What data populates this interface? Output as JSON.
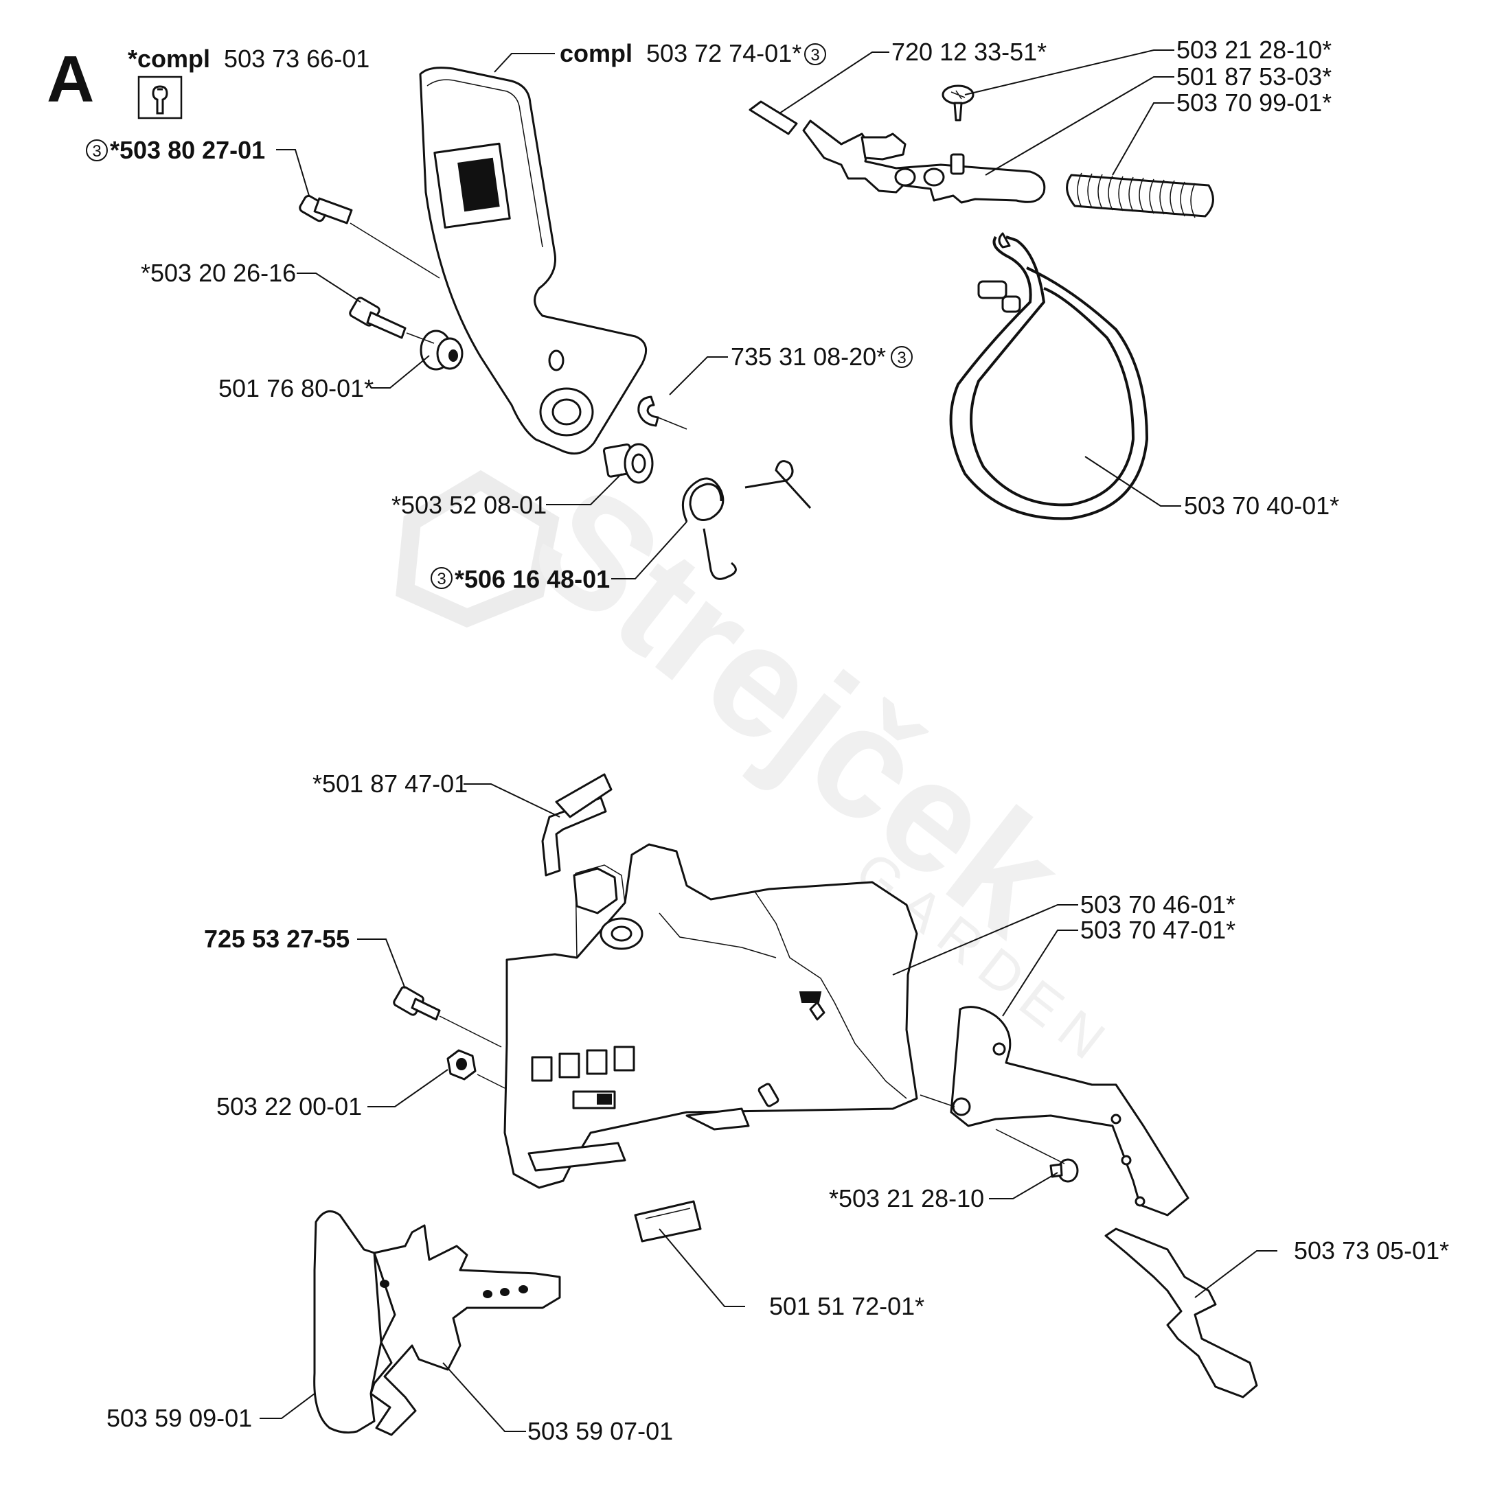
{
  "section_letter": "A",
  "watermark": {
    "brand": "Strejček",
    "sub": "GARDEN"
  },
  "labels": {
    "compl_a_prefix": "*compl",
    "compl_a_num": "503 73 66-01",
    "compl_b_prefix": "compl",
    "compl_b_num": "503 72 74-01*",
    "circle_mark": "3",
    "p_503_80_27_01": "*503 80 27-01",
    "p_503_20_26_16": "*503 20 26-16",
    "p_501_76_80_01": "501 76 80-01*",
    "p_503_52_08_01": "*503 52 08-01",
    "p_506_16_48_01": "*506 16 48-01",
    "p_735_31_08_20": "735 31 08-20*",
    "p_720_12_33_51": "720 12 33-51*",
    "p_503_21_28_10_top": "503 21 28-10*",
    "p_501_87_53_03": "501 87 53-03*",
    "p_503_70_99_01": "503 70 99-01*",
    "p_503_70_40_01": "503 70 40-01*",
    "p_501_87_47_01": "*501 87 47-01",
    "p_725_53_27_55": "725 53 27-55",
    "p_503_22_00_01": "503 22 00-01",
    "p_503_70_46_01": "503 70 46-01*",
    "p_503_70_47_01": "503 70 47-01*",
    "p_503_21_28_10_bot": "*503 21 28-10",
    "p_501_51_72_01": "501 51 72-01*",
    "p_503_73_05_01": "503 73 05-01*",
    "p_503_59_09_01": "503 59 09-01",
    "p_503_59_07_01": "503 59 07-01"
  }
}
